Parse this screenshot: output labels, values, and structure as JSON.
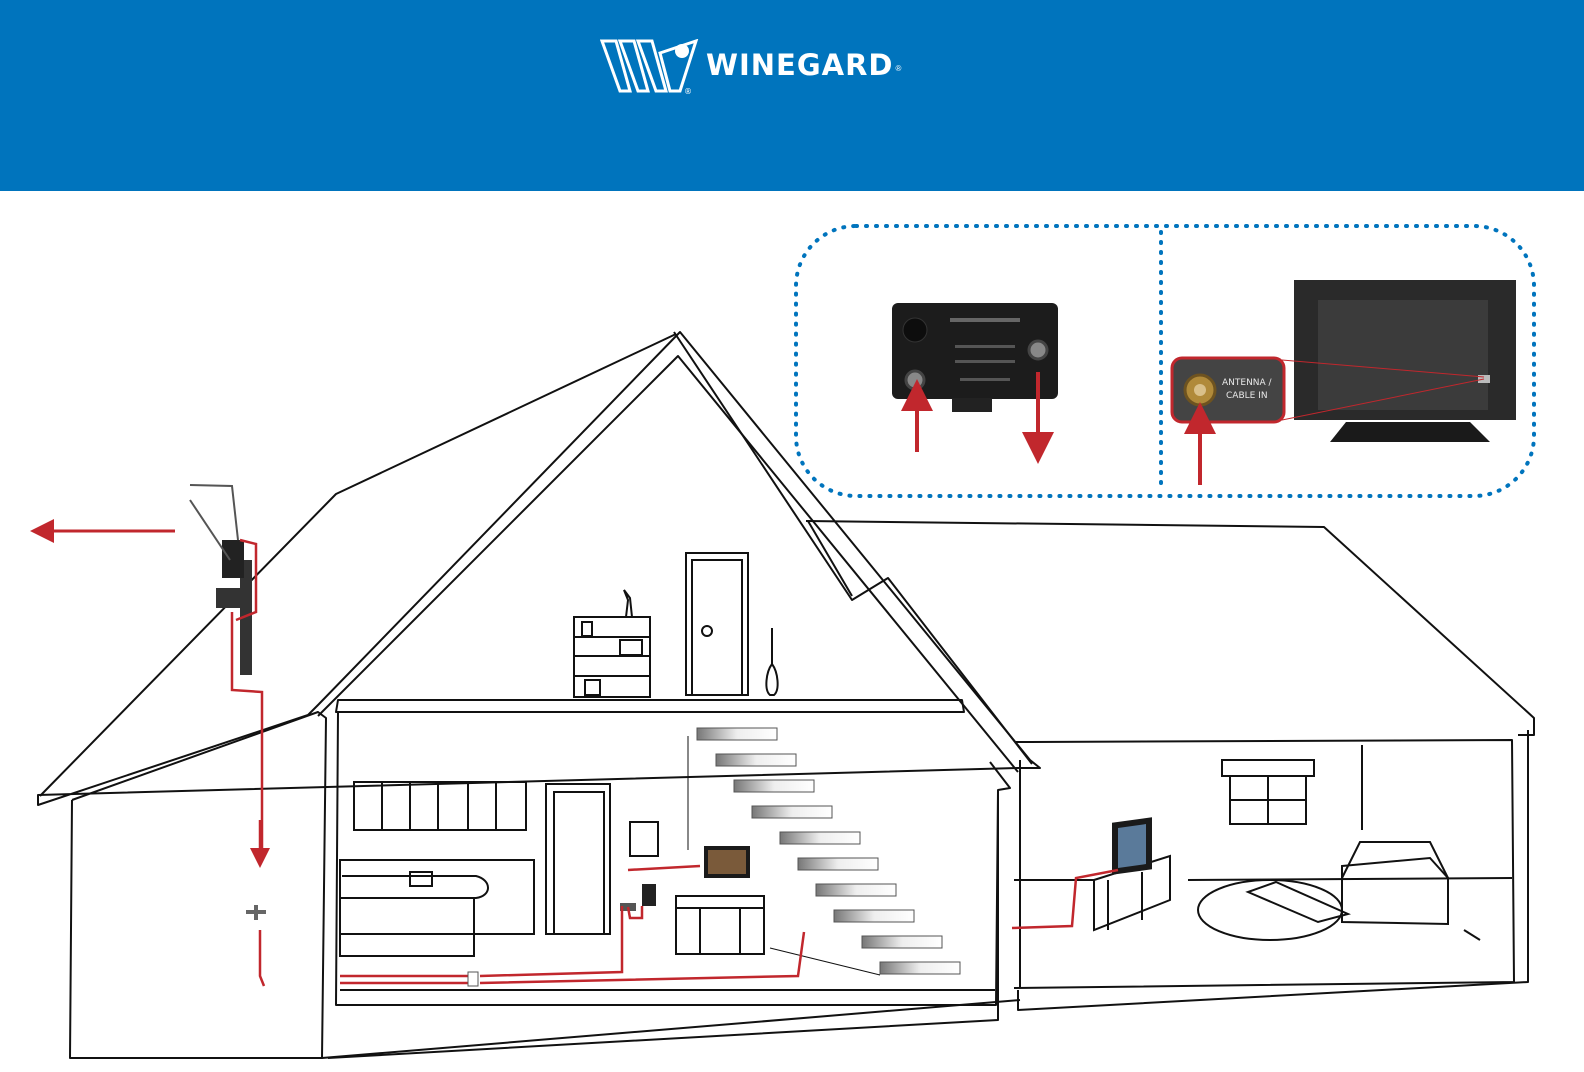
{
  "header": {
    "brand_name": "WINEGARD",
    "registered_mark": "®",
    "background_color": "#0074bd",
    "logo_icon": "winegard-w-logo"
  },
  "callouts": {
    "tv_port_label_line1": "ANTENNA /",
    "tv_port_label_line2": "CABLE IN",
    "callout_border_color": "#0074bd"
  },
  "diagram": {
    "cable_color": "#c1272d",
    "outline_color": "#111111"
  }
}
